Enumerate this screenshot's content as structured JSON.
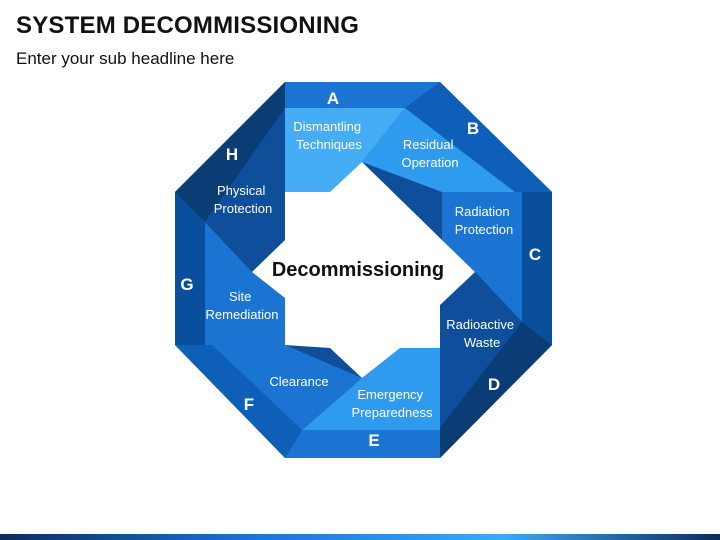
{
  "header": {
    "title": "SYSTEM DECOMMISSIONING",
    "subtitle": "Enter your sub headline here"
  },
  "diagram": {
    "center": "Decommissioning",
    "colors": {
      "band_light": "#2F9BEF",
      "band_mid": "#1B74D1",
      "band_dark": "#0E4E9A",
      "band_darkest": "#0A3C75",
      "highlight": "#45ACF6",
      "center_fill": "#FFFFFF"
    },
    "segments": [
      {
        "letter": "A",
        "label": [
          "Dismantling",
          "Techniques"
        ]
      },
      {
        "letter": "B",
        "label": [
          "Residual",
          "Operation"
        ]
      },
      {
        "letter": "C",
        "label": [
          "Radiation",
          "Protection"
        ]
      },
      {
        "letter": "D",
        "label": [
          "Radioactive",
          "Waste"
        ]
      },
      {
        "letter": "E",
        "label": [
          "Emergency",
          "Preparedness"
        ]
      },
      {
        "letter": "F",
        "label": [
          "Clearance"
        ]
      },
      {
        "letter": "G",
        "label": [
          "Site",
          "Remediation"
        ]
      },
      {
        "letter": "H",
        "label": [
          "Physical",
          "Protection"
        ]
      }
    ]
  },
  "footer": {
    "gradient": [
      "#0B2D5E",
      "#1B74D1",
      "#3FA7F5",
      "#0B2D5E"
    ]
  }
}
